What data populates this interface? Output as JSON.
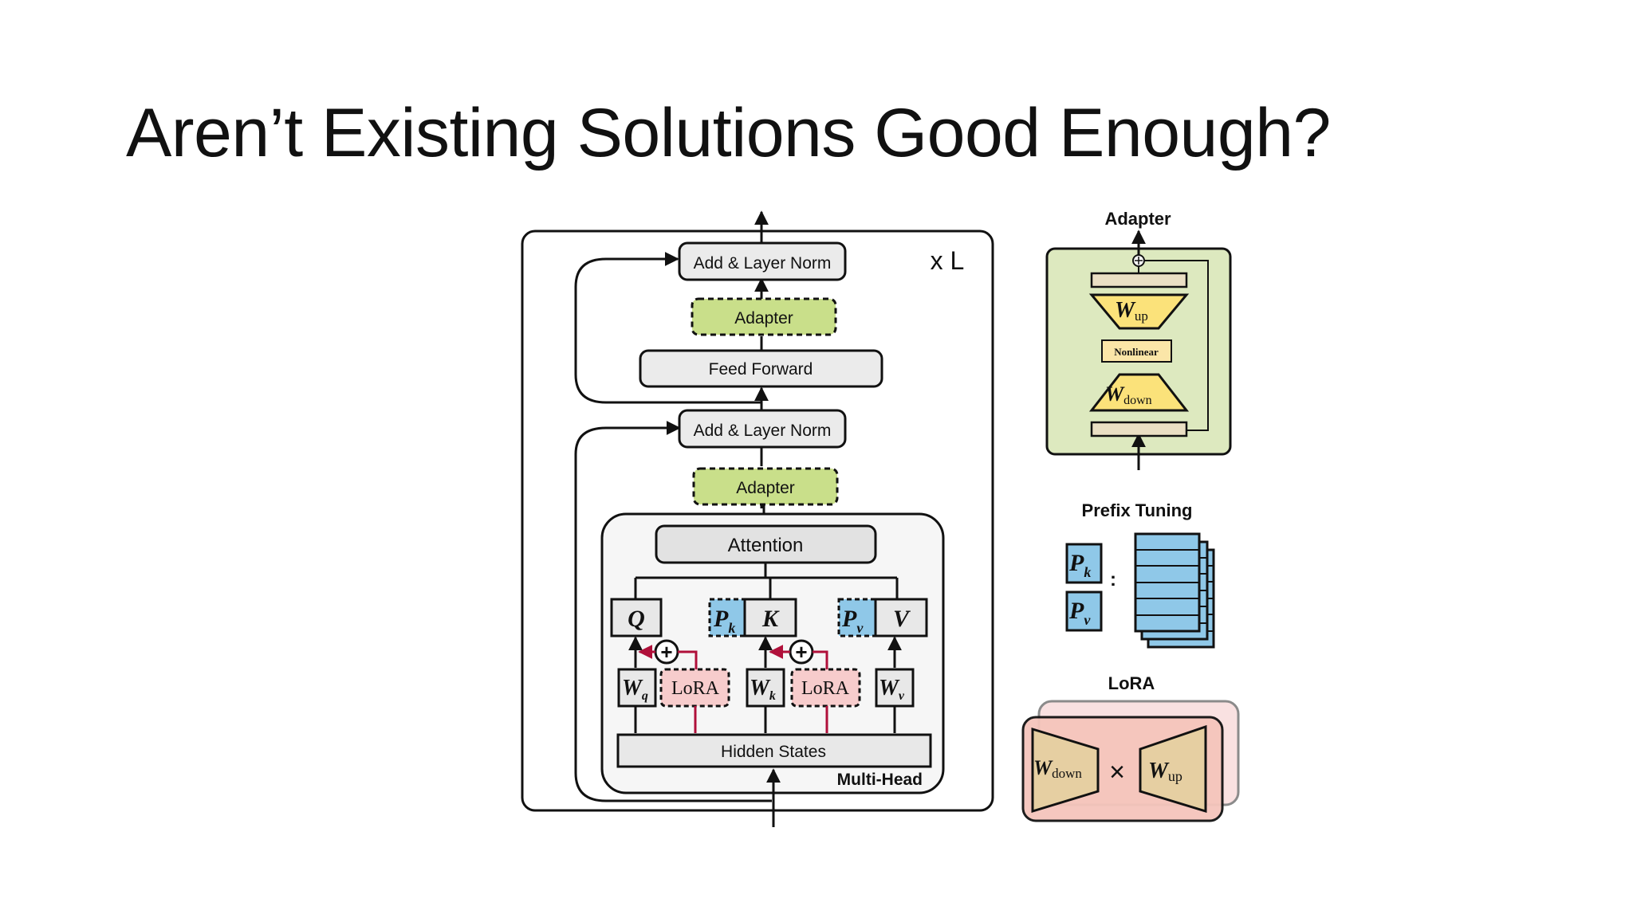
{
  "slide": {
    "title": "Aren’t Existing Solutions Good Enough?"
  },
  "transformer": {
    "repeat_label": "x L",
    "add_norm_top": "Add & Layer Norm",
    "adapter_top": "Adapter",
    "feed_forward": "Feed Forward",
    "add_norm_bottom": "Add & Layer Norm",
    "adapter_bottom": "Adapter",
    "attention": "Attention",
    "q_label": "Q",
    "k_label": "K",
    "v_label": "V",
    "pk_main": "P",
    "pk_sub": "k",
    "pv_main": "P",
    "pv_sub": "v",
    "wq_main": "W",
    "wq_sub": "q",
    "wk_main": "W",
    "wk_sub": "k",
    "wv_main": "W",
    "wv_sub": "v",
    "lora_q": "LoRA",
    "lora_k": "LoRA",
    "plus": "+",
    "hidden_states": "Hidden States",
    "multi_head": "Multi-Head"
  },
  "adapter_panel": {
    "title": "Adapter",
    "w_up_main": "W",
    "w_up_sub": "up",
    "nonlinear": "Nonlinear",
    "w_down_main": "W",
    "w_down_sub": "down"
  },
  "prefix_panel": {
    "title": "Prefix Tuning",
    "pk_main": "P",
    "pk_sub": "k",
    "pv_main": "P",
    "pv_sub": "v",
    "colon": ":"
  },
  "lora_panel": {
    "title": "LoRA",
    "w_down_main": "W",
    "w_down_sub": "down",
    "times": "×",
    "w_up_main": "W",
    "w_up_sub": "up"
  },
  "colors": {
    "adapter_green": "#c9df8a",
    "lora_pink": "#f7cccc",
    "prefix_blue": "#8fc8e8",
    "adapter_yellow": "#fbe27a",
    "lora_tan": "#e6cfa2",
    "red_arrow": "#b0103a"
  }
}
